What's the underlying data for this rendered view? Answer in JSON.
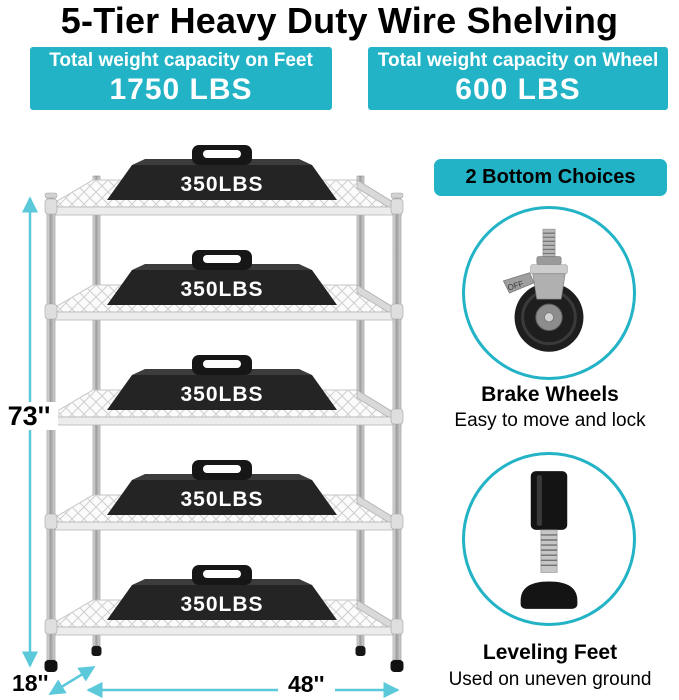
{
  "title": "5-Tier Heavy Duty Wire Shelving",
  "banners": {
    "feet": {
      "label": "Total weight capacity on Feet",
      "value": "1750 LBS"
    },
    "wheel": {
      "label": "Total weight capacity on Wheel",
      "value": "600 LBS"
    }
  },
  "shelving": {
    "load_label": "350LBS",
    "tiers": 5,
    "height": "73''",
    "depth": "18''",
    "width": "48''"
  },
  "options_panel": {
    "header": "2 Bottom Choices",
    "wheel_brake_label": "OFF",
    "options": [
      {
        "name": "Brake Wheels",
        "description": "Easy to move and lock"
      },
      {
        "name": "Leveling Feet",
        "description": "Used on uneven ground"
      }
    ]
  },
  "colors": {
    "accent": "#22b3c6",
    "arrow": "#5cc9db"
  }
}
